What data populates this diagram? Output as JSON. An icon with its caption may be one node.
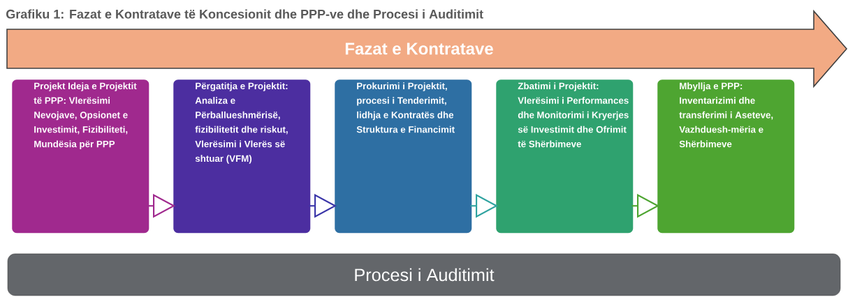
{
  "diagram": {
    "title": "Grafiku 1: Fazat e Kontratave të Koncesionit dhe PPP-ve dhe Procesi i Auditimit",
    "nodes": [
      {
        "text": [
          "Fazat e Kontratave"
        ]
      },
      {
        "text": [
          "Projekt Ideja e Projektit të PPP: Vlerësimi Nevojave, Opsionet e Investimit, Fizibiliteti, Mundësia për PPP"
        ]
      },
      {
        "text": [
          "Përgatitja e Projektit: Analiza e Përballueshmërisë, fizibilitetit dhe riskut, Vlerësimi i Vlerës së shtuar (VFM)"
        ]
      },
      {
        "text": [
          "Prokurimi i Projektit, procesi i Tenderimit, lidhja e Kontratës dhe Struktura e Financimit"
        ]
      },
      {
        "text": [
          "Zbatimi i Projektit: Vlerësimi i Performances dhe Monitorimi i Kryerjes së Investimit dhe Ofrimit të Shërbimeve"
        ]
      },
      {
        "text": [
          "Mbyllja e PPP: Inventarizimi dhe transferimi i Aseteve, Vazhduesh-mëria e Shërbimeve"
        ]
      },
      {
        "text": [
          "Procesi i Auditimit"
        ]
      }
    ],
    "edges": [
      {
        "from": 1,
        "to": 2,
        "arrow": "to",
        "color": "#a0298e"
      },
      {
        "from": 2,
        "to": 3,
        "arrow": "to",
        "color": "#3a35a8"
      },
      {
        "from": 3,
        "to": 4,
        "arrow": "to",
        "color": "#2fa3a0"
      },
      {
        "from": 4,
        "to": 5,
        "arrow": "to",
        "color": "#4ea531"
      }
    ]
  }
}
